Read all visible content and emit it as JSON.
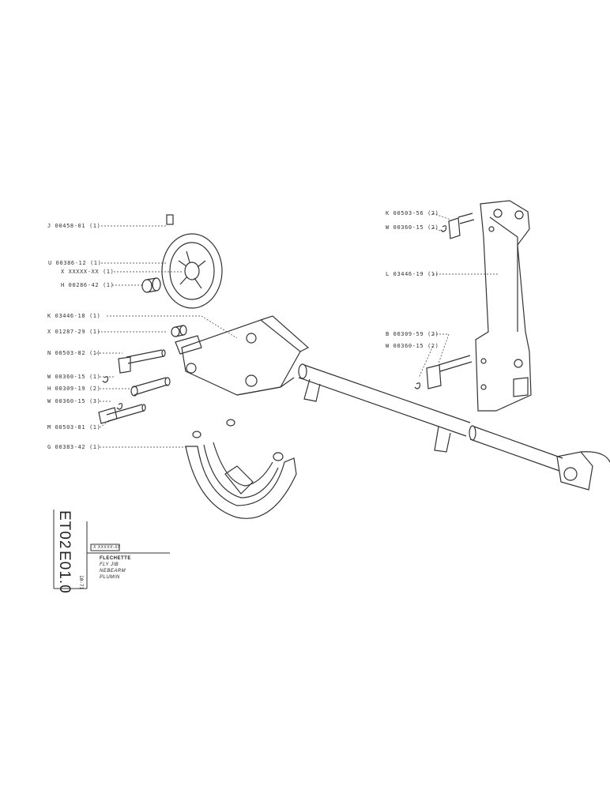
{
  "parts": [
    {
      "id": "J 00458-01",
      "qty": "(1)"
    },
    {
      "id": "U 00386-12",
      "qty": "(1)"
    },
    {
      "id": "X XXXXX-XX",
      "qty": "(1)"
    },
    {
      "id": "H 00286-42",
      "qty": "(1)"
    },
    {
      "id": "K 03446-18",
      "qty": "(1)"
    },
    {
      "id": "X 01287-29",
      "qty": "(1)"
    },
    {
      "id": "N 00503-82",
      "qty": "(1)"
    },
    {
      "id": "W 00360-15",
      "qty": "(1)"
    },
    {
      "id": "H 00309-19",
      "qty": "(2)"
    },
    {
      "id": "W 00360-15",
      "qty": "(3)"
    },
    {
      "id": "M 00503-81",
      "qty": "(1)"
    },
    {
      "id": "G 00383-42",
      "qty": "(1)"
    },
    {
      "id": "K 00503-56",
      "qty": "(2)"
    },
    {
      "id": "W 00360-15",
      "qty": "(2)"
    },
    {
      "id": "L 03446-19",
      "qty": "(1)"
    },
    {
      "id": "B 00309-59",
      "qty": "(2)"
    },
    {
      "id": "W 00360-15",
      "qty": "(2)"
    }
  ],
  "title_block": {
    "code_primary": "ET02",
    "code_secondary": "E01.0",
    "code_small": "10-71",
    "ref": "X XXXXX-XX",
    "names": [
      "FLECHETTE",
      "FLY JIB",
      "NEBEARM",
      "PLUMIN"
    ]
  }
}
